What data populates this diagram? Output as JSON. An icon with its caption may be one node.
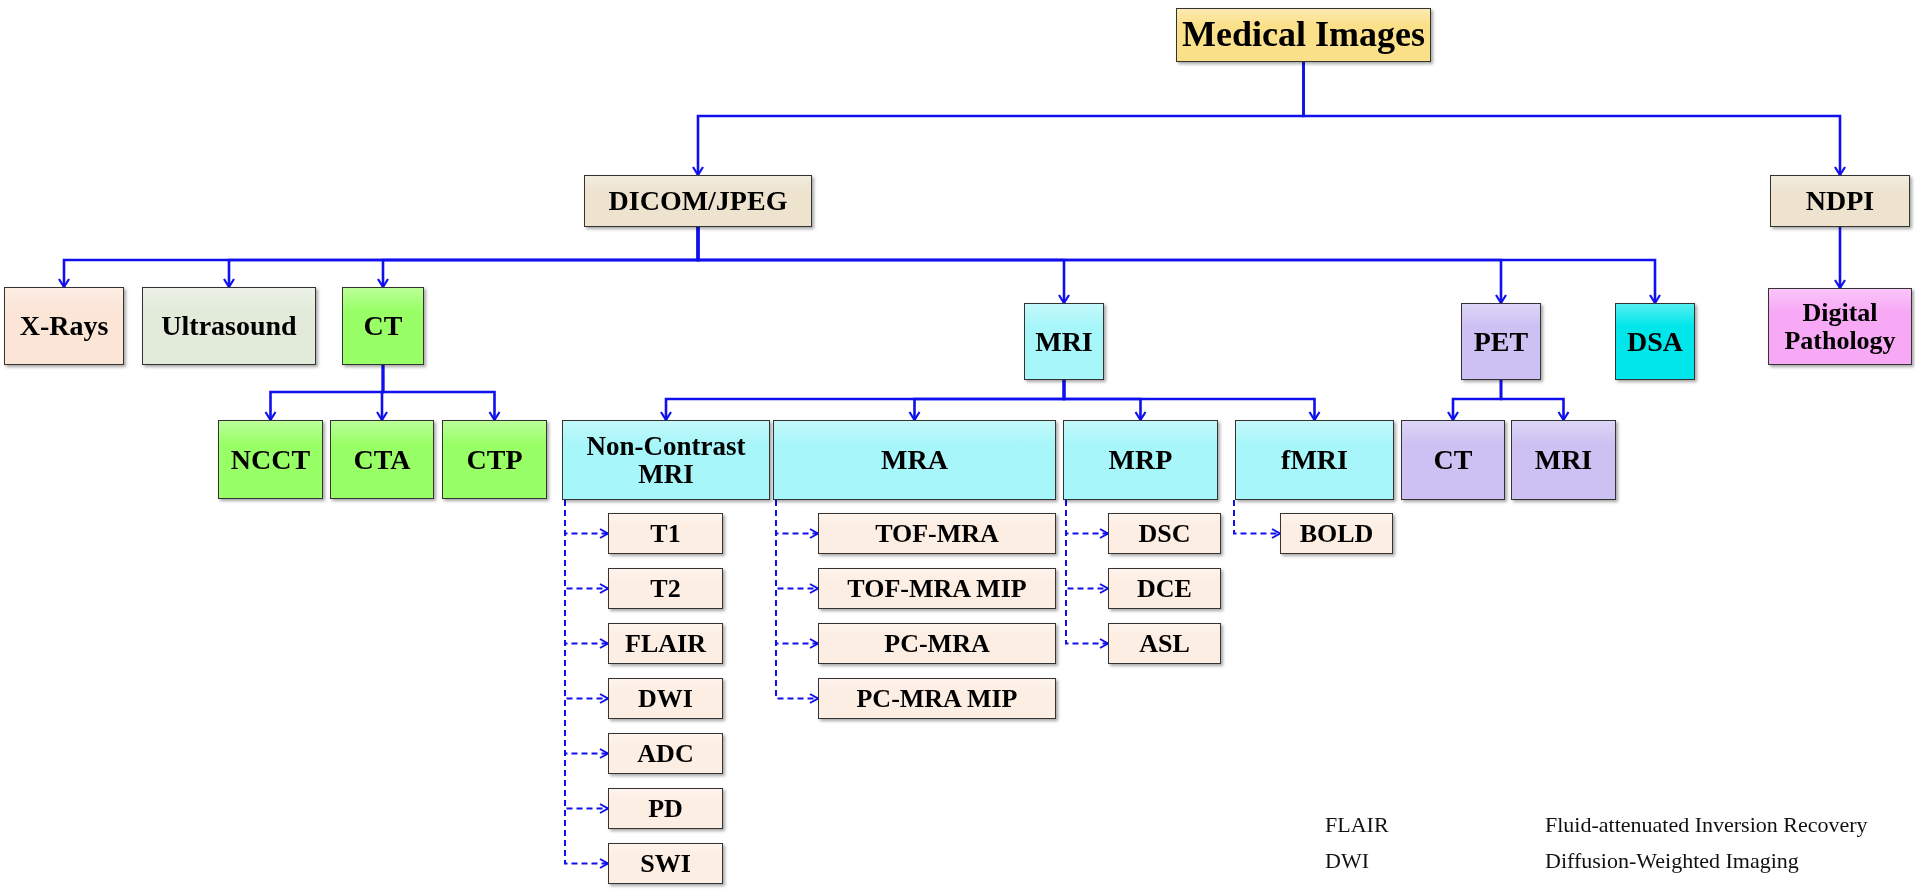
{
  "diagram": {
    "nodes": [
      {
        "text": [
          "Medical Images"
        ]
      },
      {
        "text": [
          "DICOM/JPEG"
        ]
      },
      {
        "text": [
          "NDPI"
        ]
      },
      {
        "text": [
          "X-Rays"
        ]
      },
      {
        "text": [
          "Ultrasound"
        ]
      },
      {
        "text": [
          "CT"
        ]
      },
      {
        "text": [
          "MRI"
        ]
      },
      {
        "text": [
          "PET"
        ]
      },
      {
        "text": [
          "DSA"
        ]
      },
      {
        "text": [
          "Digital Pathology"
        ]
      },
      {
        "text": [
          "NCCT"
        ]
      },
      {
        "text": [
          "CTA"
        ]
      },
      {
        "text": [
          "CTP"
        ]
      },
      {
        "text": [
          "Non-Contrast MRI"
        ]
      },
      {
        "text": [
          "MRA"
        ]
      },
      {
        "text": [
          "MRP"
        ]
      },
      {
        "text": [
          "fMRI"
        ]
      },
      {
        "text": [
          "CT"
        ]
      },
      {
        "text": [
          "MRI"
        ]
      },
      {
        "text": [
          "T1"
        ]
      },
      {
        "text": [
          "TOF-MRA"
        ]
      },
      {
        "text": [
          "DSC"
        ]
      },
      {
        "text": [
          "BOLD"
        ]
      },
      {
        "text": [
          "T2"
        ]
      },
      {
        "text": [
          "TOF-MRA MIP"
        ]
      },
      {
        "text": [
          "DCE"
        ]
      },
      {
        "text": [
          "FLAIR"
        ]
      },
      {
        "text": [
          "PC-MRA"
        ]
      },
      {
        "text": [
          "ASL"
        ]
      },
      {
        "text": [
          "DWI"
        ]
      },
      {
        "text": [
          "PC-MRA MIP"
        ]
      },
      {
        "text": [
          "ADC"
        ]
      },
      {
        "text": [
          "PD"
        ]
      },
      {
        "text": [
          "SWI"
        ]
      }
    ],
    "edges": [
      {
        "from": 0,
        "to": 1,
        "arrow": "to"
      },
      {
        "from": 0,
        "to": 2,
        "arrow": "to"
      },
      {
        "from": 1,
        "to": 3,
        "arrow": "to"
      },
      {
        "from": 1,
        "to": 4,
        "arrow": "to"
      },
      {
        "from": 1,
        "to": 5,
        "arrow": "to"
      },
      {
        "from": 1,
        "to": 6,
        "arrow": "to"
      },
      {
        "from": 1,
        "to": 7,
        "arrow": "to"
      },
      {
        "from": 1,
        "to": 8,
        "arrow": "to"
      },
      {
        "from": 2,
        "to": 9,
        "arrow": "to"
      },
      {
        "from": 5,
        "to": 10,
        "arrow": "to"
      },
      {
        "from": 5,
        "to": 11,
        "arrow": "to"
      },
      {
        "from": 5,
        "to": 12,
        "arrow": "to"
      },
      {
        "from": 6,
        "to": 13,
        "arrow": "to"
      },
      {
        "from": 6,
        "to": 14,
        "arrow": "to"
      },
      {
        "from": 6,
        "to": 15,
        "arrow": "to"
      },
      {
        "from": 6,
        "to": 16,
        "arrow": "to"
      },
      {
        "from": 7,
        "to": 17,
        "arrow": "to"
      },
      {
        "from": 7,
        "to": 18,
        "arrow": "to"
      },
      {
        "from": 13,
        "to": 19,
        "arrow": "to",
        "style": "dashed"
      },
      {
        "from": 13,
        "to": 23,
        "arrow": "to",
        "style": "dashed"
      },
      {
        "from": 13,
        "to": 26,
        "arrow": "to",
        "style": "dashed"
      },
      {
        "from": 13,
        "to": 29,
        "arrow": "to",
        "style": "dashed"
      },
      {
        "from": 13,
        "to": 31,
        "arrow": "to",
        "style": "dashed"
      },
      {
        "from": 13,
        "to": 32,
        "arrow": "to",
        "style": "dashed"
      },
      {
        "from": 13,
        "to": 33,
        "arrow": "to",
        "style": "dashed"
      },
      {
        "from": 14,
        "to": 20,
        "arrow": "to",
        "style": "dashed"
      },
      {
        "from": 14,
        "to": 24,
        "arrow": "to",
        "style": "dashed"
      },
      {
        "from": 14,
        "to": 27,
        "arrow": "to",
        "style": "dashed"
      },
      {
        "from": 14,
        "to": 30,
        "arrow": "to",
        "style": "dashed"
      },
      {
        "from": 15,
        "to": 21,
        "arrow": "to",
        "style": "dashed"
      },
      {
        "from": 15,
        "to": 25,
        "arrow": "to",
        "style": "dashed"
      },
      {
        "from": 15,
        "to": 28,
        "arrow": "to",
        "style": "dashed"
      },
      {
        "from": 16,
        "to": 22,
        "arrow": "to",
        "style": "dashed"
      }
    ],
    "labels": [
      "FLAIR",
      "Fluid-attenuated Inversion Recovery",
      "DWI",
      "Diffusion-Weighted Imaging"
    ]
  }
}
